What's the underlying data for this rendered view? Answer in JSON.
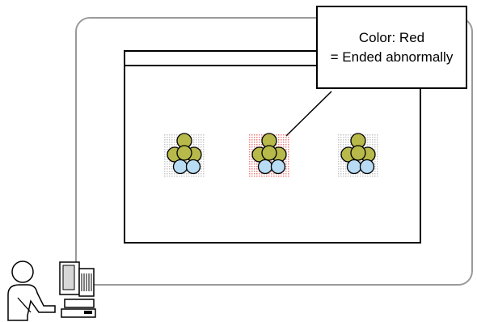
{
  "callout": {
    "line1": "Color: Red",
    "line2": "= Ended abnormally"
  },
  "jobnet_icons": [
    {
      "name": "jobnet-icon-1",
      "status_color": "#c8c8c8"
    },
    {
      "name": "jobnet-icon-2",
      "status_color": "#f08080"
    },
    {
      "name": "jobnet-icon-3",
      "status_color": "#c8c8c8"
    }
  ],
  "colors": {
    "circle_top": "#b7b94a",
    "circle_bottom": "#b9dcf5",
    "outline": "#000000",
    "frame": "#9a9a9a"
  },
  "icons": {
    "user": "user-icon",
    "computer": "computer-icon"
  }
}
